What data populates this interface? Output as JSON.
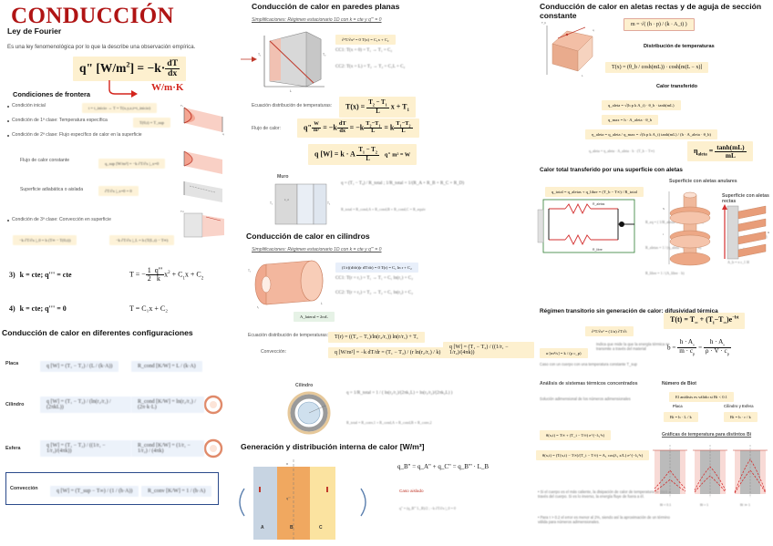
{
  "document": {
    "title": "CONDUCCIÓN",
    "title_color": "#b01414"
  },
  "col1": {
    "section_fourier": "Ley de Fourier",
    "fourier_desc": "Es una ley fenomenológica por lo que la describe una observación empírica.",
    "fourier_eq": "q\" [W/m²] = −k · dT/dx",
    "fourier_units_note": "W/m·K",
    "boundary_title": "Condiciones de frontera",
    "boundary_items": [
      {
        "label": "Condición inicial",
        "eq": "t = t_inicio → T = T(x,y,z,t=t_inicio)"
      },
      {
        "label": "Condición de 1ª clase: Temperatura específica",
        "eq": "T(0,t) = T_sup"
      },
      {
        "label": "Condición de 2ª clase: Flujo específico de calor en la superficie",
        "eq": ""
      }
    ],
    "flux_constant_label": "Flujo de calor constante",
    "flux_constant_eq": "q_sup [W/m²] = −k ∂T/∂x |_x=0",
    "adiabatic_label": "Superficie adiabática o aislada",
    "adiabatic_eq": "∂T/∂x |_x=0 = 0",
    "third_class_label": "Condición de 3ª clase: Convección en superficie",
    "third_class_eq1": "−k ∂T/∂x |_0 = h (T∞ − T(0,t))",
    "third_class_eq2": "−k ∂T/∂x |_L = h (T(L,t) − T∞)",
    "cases": [
      {
        "n": "3)",
        "cond": "k = cte;  q''' = cte",
        "result": "T = − (1/2)(q'''/k) x² + C₁x + C₂"
      },
      {
        "n": "4)",
        "cond": "k = cte;  q''' = 0",
        "result": "T = C₁x + C₂"
      }
    ],
    "config_title": "Conducción de calor en diferentes configuraciones",
    "config_rows": [
      {
        "name": "Placa",
        "q": "q [W] = (T₁ − T₂) / (L / (k·A))",
        "r": "R_cond [K/W] = L / (k·A)"
      },
      {
        "name": "Cilindro",
        "q": "q [W] = (T₁ − T₂) / (ln(r₂/r₁) / (2πkL))",
        "r": "R_cond [K/W] = ln(r₂/r₁) / (2π·k·L)"
      },
      {
        "name": "Esfera",
        "q": "q [W] = (T₁ − T₂) / ((1/r₁ − 1/r₂)/(4πk))",
        "r": "R_cond [K/W] = (1/r₁ − 1/r₂) / (4πk)"
      }
    ],
    "convection_row": {
      "name": "Convección",
      "q": "q [W] = (T_sup − T∞) / (1 / (h·A))",
      "r": "R_conv [K/W] = 1 / (h·A)"
    }
  },
  "col2": {
    "planas_title": "Conducción de calor en paredes planas",
    "planas_simpl": "Simplificaciones: Régimen estacionario 1D con k = cte y q''' = 0",
    "planas_eqs": [
      "∂²T/∂x² = 0      T(x) = C₁x + C₂",
      "CC1:  T(x = 0) = T₁  →  T₁ = C₂",
      "CC2:  T(x = L) = T₂  →  T₂ = C₁L + C₂"
    ],
    "dist_label": "Ecuación distribución de temperaturas:",
    "dist_eq": "T(x) = ((T₂ − T₁)/L) x + T₁",
    "flux_label": "Flujo de calor:",
    "flux_eq1": "q\" [W/m²] = −k dT/dx = −k (T₂ − T₁)/L = k (T₁ − T₂)/L",
    "flux_eq2": "q [W] = k · A · (T₁ − T₂)/L          q\" · m² = W",
    "wall_label": "Muro",
    "wall_eq": "q = (T₁ − T₄) / R_total ;   1/R_total = 1/(R_A + R_B + R_C + R_D)",
    "wall_note": "R_total = R_cond,A + R_cond,B + R_cond,C = R_equiv",
    "cil_title": "Conducción de calor en cilindros",
    "cil_simpl": "Simplificaciones: Régimen estacionario 1D con k = cte y q''' = 0",
    "cil_eqs": [
      "(1/r)(d/dr)(r dT/dr) = 0      T(r) = C₁ ln r + C₂",
      "CC1:  T(r = r₁) = T₁  →  T₁ = C₁ ln(r₁) + C₂",
      "CC2:  T(r = r₂) = T₂  →  T₂ = C₁ ln(r₂) + C₂"
    ],
    "cil_area": "A_lateral = 2πrL",
    "cil_dist_label": "Ecuación distribución de temperaturas:",
    "cil_dist_eq": "T(r) = ((T₂ − T₁)/ln(r₂/r₁)) ln(r/r₁) + T₁",
    "conv_label": "Convección:",
    "conv_eq": "q [W/m²] = −k dT/dr = (T₁ − T₂) / (r ln(r₂/r₁) / k)",
    "esf_eq": "q [W] = (T₁ − T₂) / ((1/r₁ − 1/r₂)/(4πk))",
    "cil_comp_label": "Cilindro",
    "cil_comp_eq": "q = 1/R_total = 1 / ( ln(r₂/r₁)/(2πk₁L) + ln(r₃/r₂)/(2πk₂L) )",
    "cil_comp_note": "R_total = R_conv,1 + R_cond,A + R_cond,B + R_conv,2",
    "gen_title": "Generación y distribución interna de calor  [W/m³]",
    "gen_eq": "q_B\" = q_A\" + q_C\" = q_B''' · L_B",
    "gen_note_red": "Caso aislado",
    "gen_note": "q\" = (q_B''' L_B)/2 ;  −k ∂T/∂x |_0 = 0",
    "gen_blocks": [
      "A",
      "B",
      "C"
    ]
  },
  "col3": {
    "aletas_title": "Conducción de calor en aletas rectas y de aguja de sección constante",
    "m_eq": "m = √( (h · p) / (k · A_t) )",
    "dist_title": "Distribución de temperaturas",
    "dist_eq": "T(x) = (θ_b / cosh(mL)) · cosh[m(L − x)]",
    "calor_title": "Calor transferido",
    "calor_eqs": [
      "q_aleta = √(h p k A_t) · θ_b · tanh(mL)",
      "q_max = h · A_aleta · θ_b",
      "η_aleta = q_aleta / q_max = √(h p k A_t) tanh(mL) / (h · A_aleta · θ_b)"
    ],
    "q_aleta_eq": "q_aleta = η_aleta · A_aleta · h · (T_b − T∞)",
    "eta_eq": "η_aleta = tanh(mL) / mL",
    "total_title": "Calor total transferido por una superficie con aletas",
    "total_eq": "q_total = q_aletas + q_libre = (T_b − T∞) / R_total",
    "req_eq": "R_eq = ( 1/R_aletas + 1/R_libre )^(−1)",
    "raletas_eq": "R_aletas = 1 / (η_aleta · A_aletas · h)",
    "rlibre_eq": "R_libre = 1 / (A_libre · h)",
    "fig_anulares": "Superficie con aletas anulares",
    "fig_rectas": "Superficie con aletas rectas",
    "areas": [
      "A_aleta = 2π(r_2c² − r_1²)",
      "A_libre = N 2π r_1 S",
      "A_b = π r_1 H"
    ],
    "trans_title": "Régimen transitorio sin generación de calor: difusividad térmica",
    "trans_eq_left": "∂²T/∂x² = (1/α) ∂T/∂t",
    "alpha_eq": "α [m²/s] = k / (ρ c_p)",
    "alpha_note": "Indica que mide la que la energía térmica se transmite a través del material",
    "cond_note": "Caso con un cuerpo con una temperatura constante T_sup",
    "lumped_title": "Análisis de sistemas térmicos concentrados",
    "t_eq": "T(t) = T∞ + (T_i − T∞) e^(−bt)",
    "b_eq": "b = (h · A_s)/(m · c_p) = (h · A_s)/(ρ · V · c_p)",
    "biot_title": "Número de Biot",
    "biot_note": "El análisis es válido si Bi < 0.1",
    "biot_placa_label": "Placa",
    "biot_placa_eq": "Bi = h · L / k",
    "biot_cil_label": "Cilindro y Esfera",
    "biot_cil_eq": "Bi = h · r / k",
    "adim_title": "Solución adimensional de los números adimensionales",
    "adim_eqs": [
      "θ(x,t) = T∞ + (T_i − T∞) e^(−λ₁²τ)",
      "θ(x,t) = (T(x,t) − T∞)/(T_i − T∞) = A₁ cos(λ₁ x/L) e^(−λ₁²τ)"
    ],
    "foot_notes": [
      "• Si el cuerpo es el más caliente, la disipación de calor de temperatura se dará a través del cuerpo. Si es lo inverso, la energía fluye de fuera a él.",
      "• Para τ > 0.2 el error es menor al 2%, siendo así la aproximación de un término válida para números adimensionales."
    ],
    "graph_title": "Gráficas de temperatura para distintos Bi",
    "graph_labels": [
      "Bi < 0.1",
      "Bi ≈ 1",
      "Bi ≫ 1"
    ]
  }
}
